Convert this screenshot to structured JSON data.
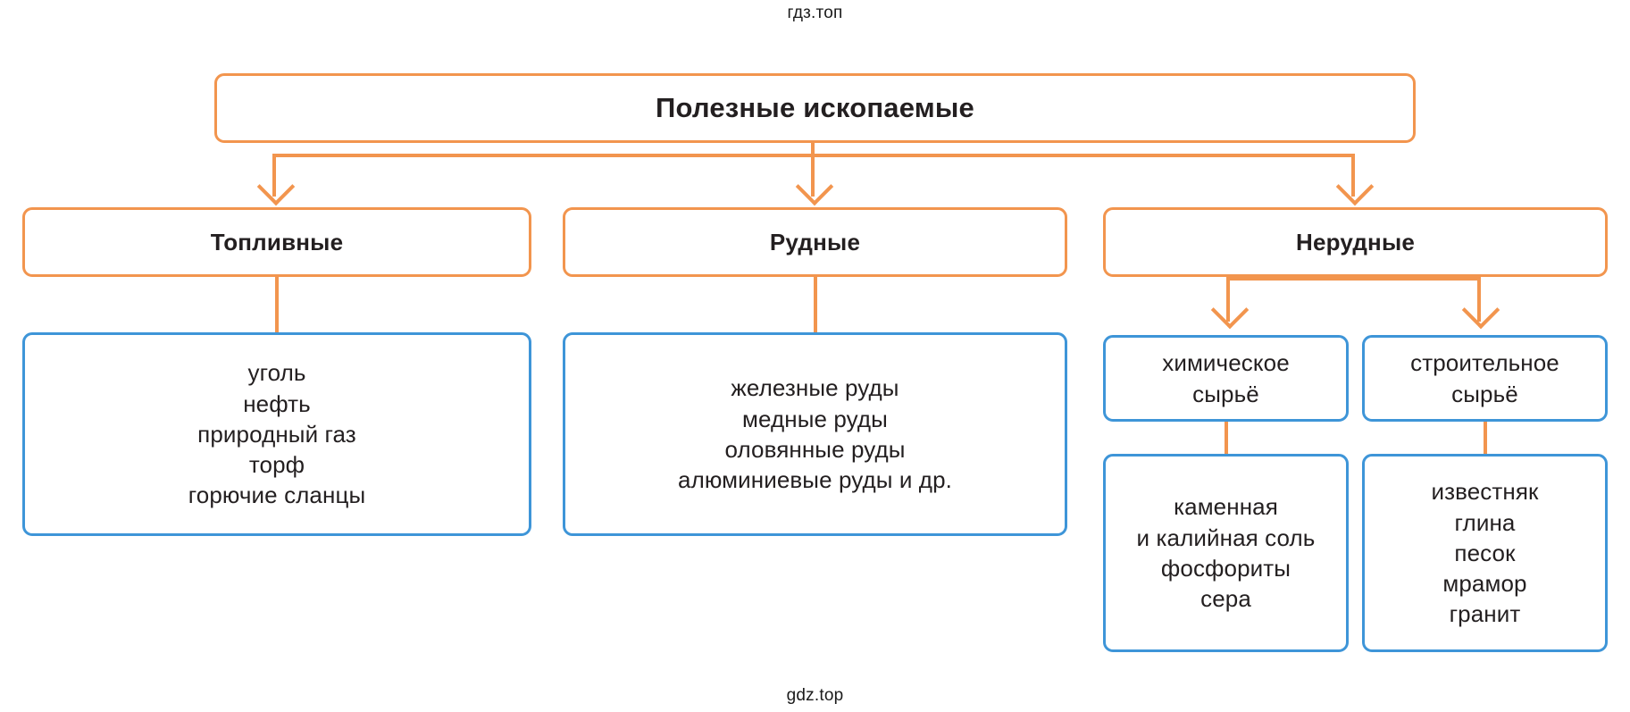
{
  "watermarks": {
    "top": "гдз.топ",
    "bottom": "gdz.top"
  },
  "colors": {
    "orange": "#F2954E",
    "blue": "#3E95D8",
    "text": "#231f20",
    "background": "#ffffff"
  },
  "diagram": {
    "type": "hierarchy-tree",
    "root": {
      "label": "Полезные ископаемые"
    },
    "categories": [
      {
        "label": "Топливные",
        "items": [
          "уголь",
          "нефть",
          "природный газ",
          "торф",
          "горючие сланцы"
        ]
      },
      {
        "label": "Рудные",
        "items": [
          "железные руды",
          "медные руды",
          "оловянные руды",
          "алюминиевые руды и др."
        ]
      },
      {
        "label": "Нерудные",
        "subcategories": [
          {
            "label_line1": "химическое",
            "label_line2": "сырьё",
            "items": [
              "каменная",
              "и калийная соль",
              "фосфориты",
              "сера"
            ]
          },
          {
            "label_line1": "строительное",
            "label_line2": "сырьё",
            "items": [
              "известняк",
              "глина",
              "песок",
              "мрамор",
              "гранит"
            ]
          }
        ]
      }
    ]
  }
}
